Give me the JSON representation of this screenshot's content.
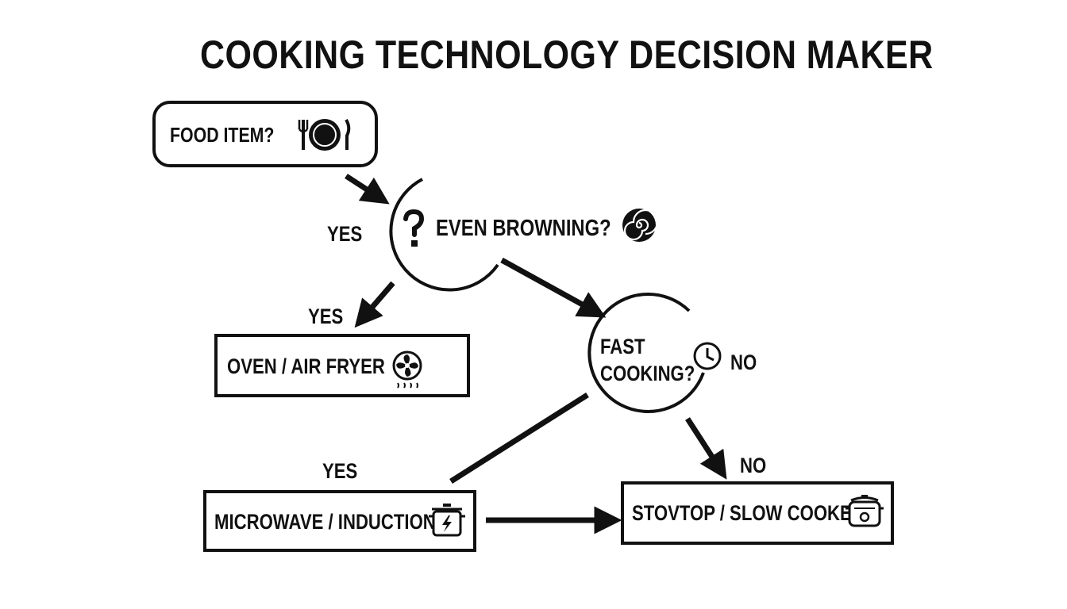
{
  "diagram": {
    "title": "COOKING TECHNOLOGY DECISION MAKER",
    "nodes": {
      "food_item": {
        "label": "FOOD ITEM?",
        "icon": "plate-cutlery-icon"
      },
      "even_browning": {
        "label": "EVEN BROWNING?",
        "icon": "spiral-icon",
        "prefix_icon": "question-mark-icon"
      },
      "fast_cooking": {
        "line1": "FAST",
        "line2": "COOKING?",
        "icon": "clock-icon"
      },
      "oven_air_fryer": {
        "label": "OVEN / AIR FRYER",
        "icon": "fan-icon"
      },
      "microwave_induction": {
        "label": "MICROWAVE / INDUCTION",
        "icon": "pot-lightning-icon"
      },
      "stovetop_slow_cooker": {
        "label": "STOVTOP / SLOW COOKER",
        "icon": "slow-cooker-icon"
      }
    },
    "edge_labels": {
      "food_to_browning": "YES",
      "browning_to_oven": "YES",
      "fast_no_side": "NO",
      "fast_to_stovetop": "NO",
      "fast_to_microwave": "YES"
    },
    "colors": {
      "ink": "#111111",
      "background": "#ffffff"
    }
  }
}
